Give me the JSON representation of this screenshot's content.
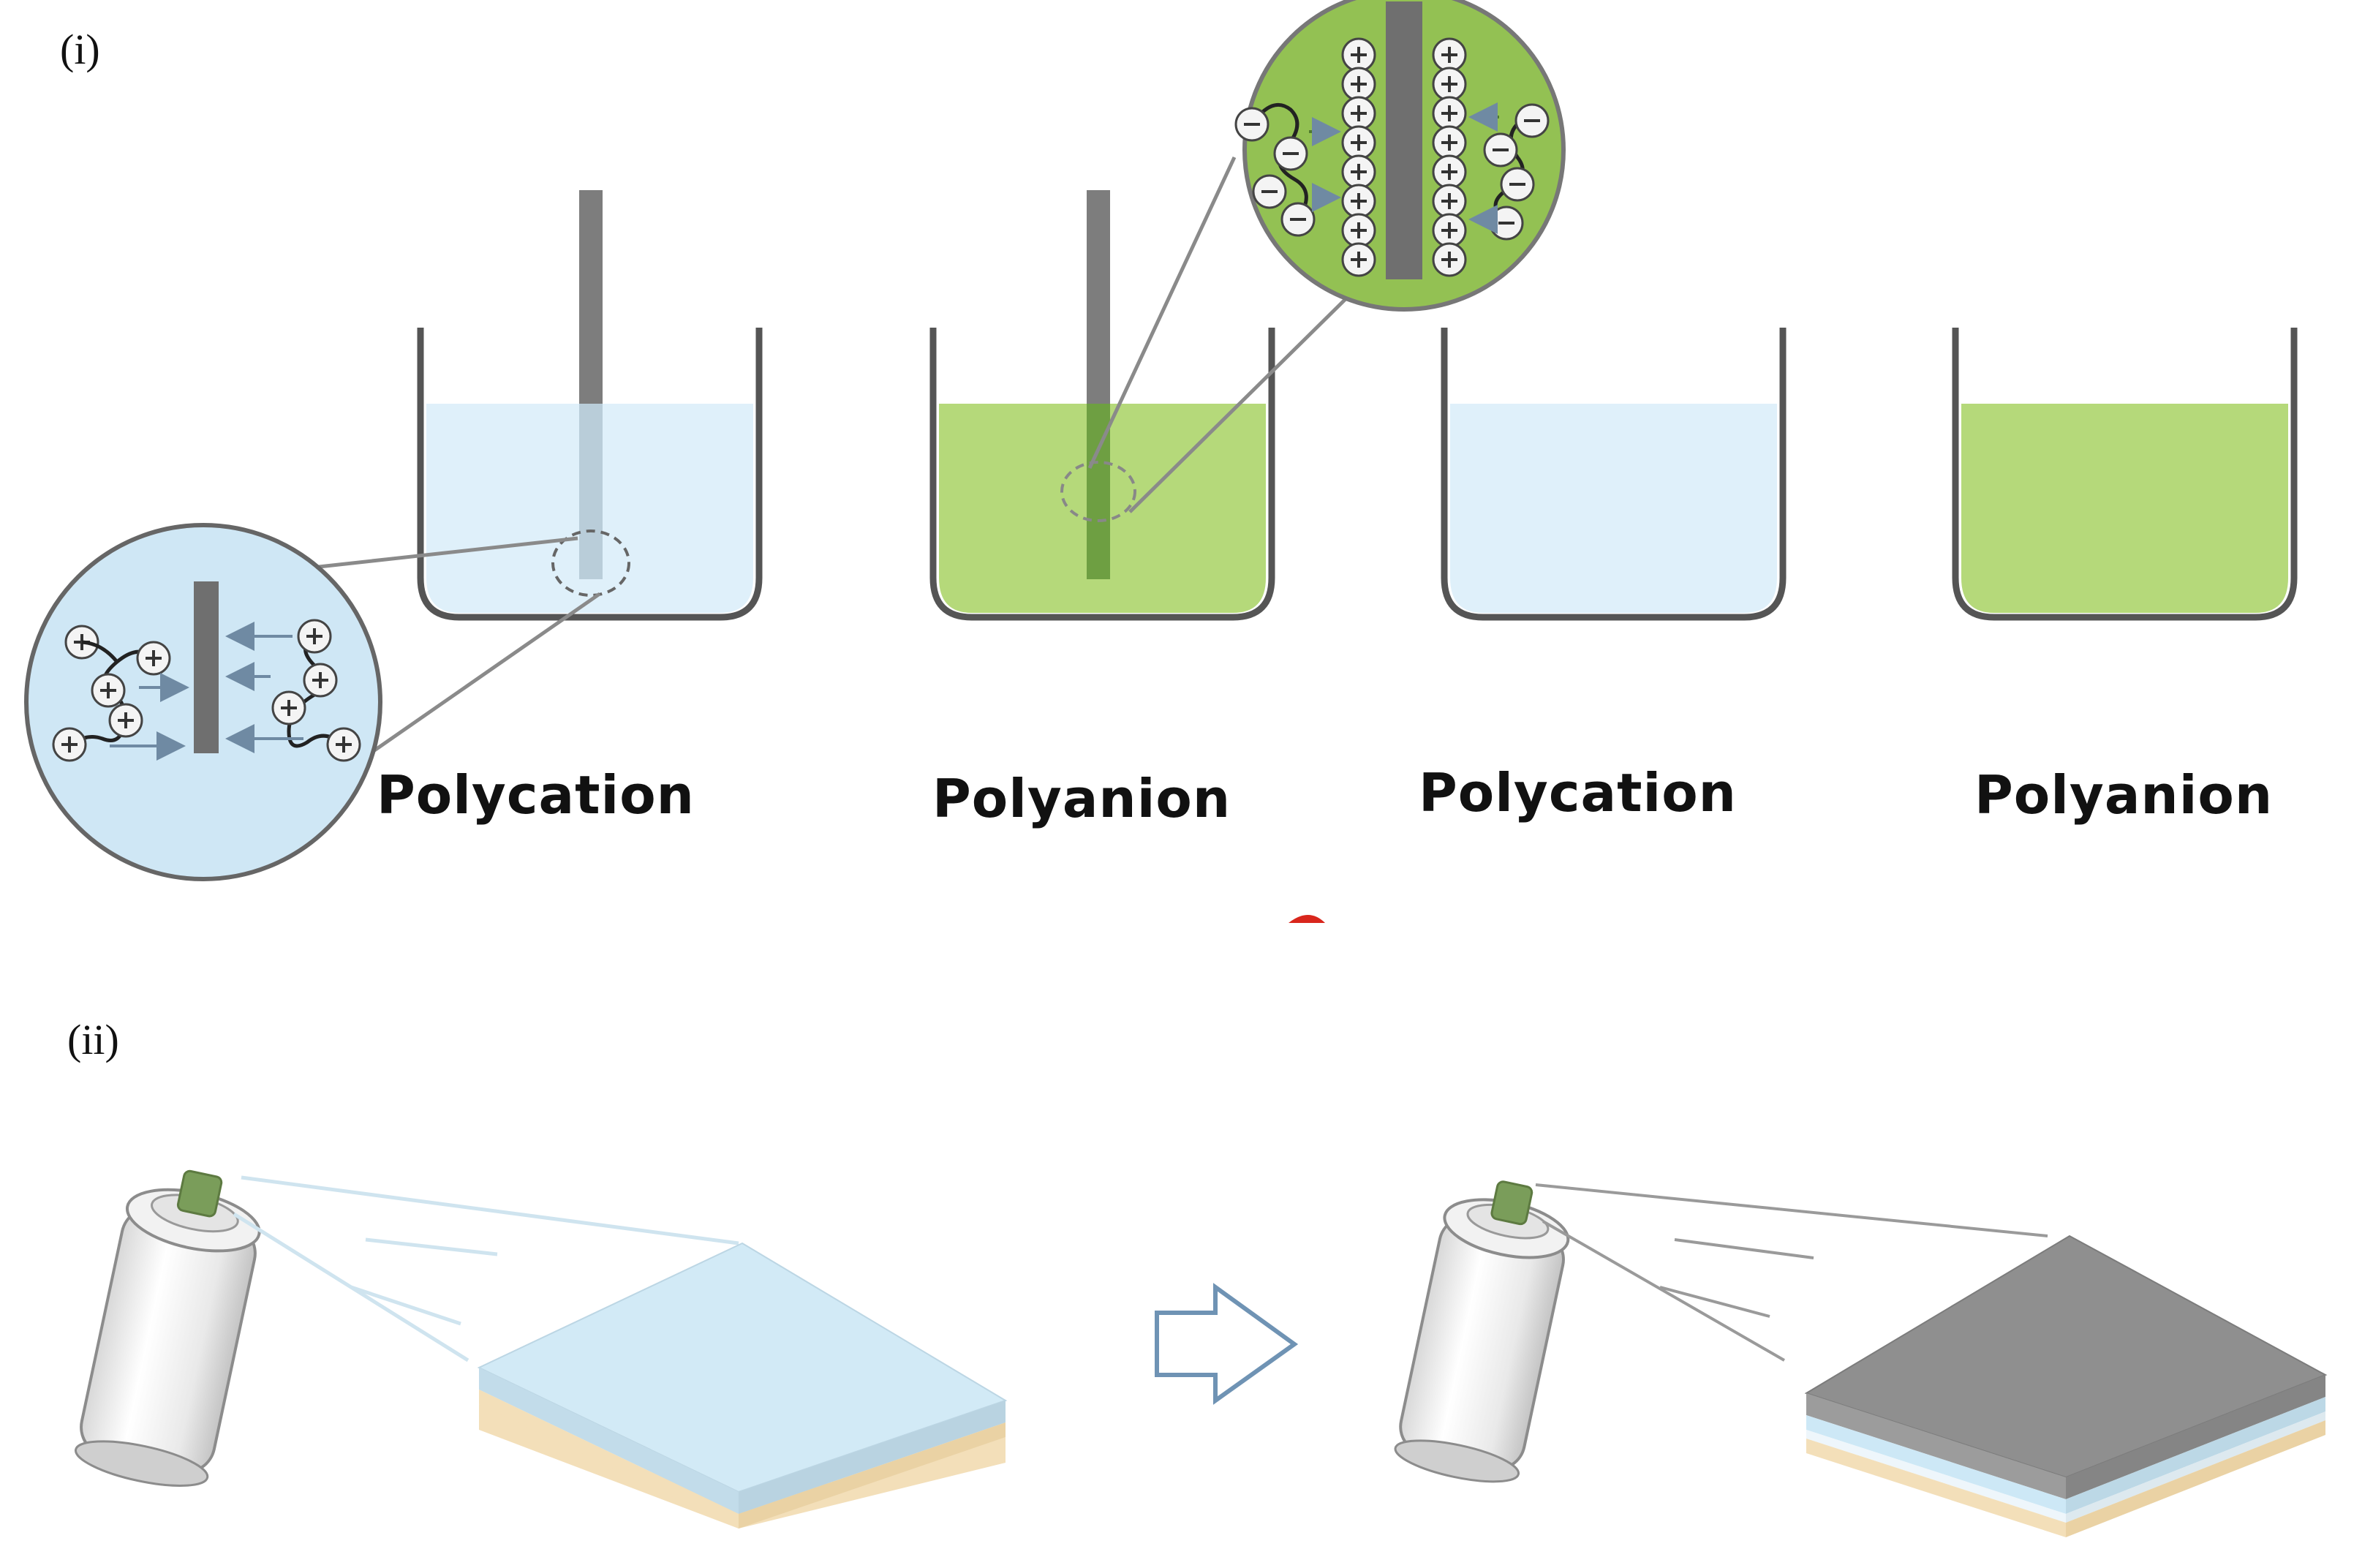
{
  "panels": {
    "i": {
      "label": "(i)"
    },
    "ii": {
      "label": "(ii)"
    }
  },
  "beakers": [
    {
      "label": "Polycation",
      "solution": "light-blue"
    },
    {
      "label": "Polyanion",
      "solution": "green"
    },
    {
      "label": "Polycation",
      "solution": "light-blue"
    },
    {
      "label": "Polyanion",
      "solution": "green"
    }
  ],
  "colors": {
    "light_blue_solution": "#dff0fa",
    "green_solution": "#b5d97a",
    "substrate_gray": "#8f8f8f",
    "layer_blue": "#cde8f6",
    "layer_tan": "#f3dfb9",
    "spray_nozzle": "#7a9d5a",
    "outline": "#555555"
  },
  "icons": {
    "positive_charge": "plus-circle-icon",
    "negative_charge": "minus-circle-icon",
    "process_arrow": "right-arrow-icon"
  }
}
